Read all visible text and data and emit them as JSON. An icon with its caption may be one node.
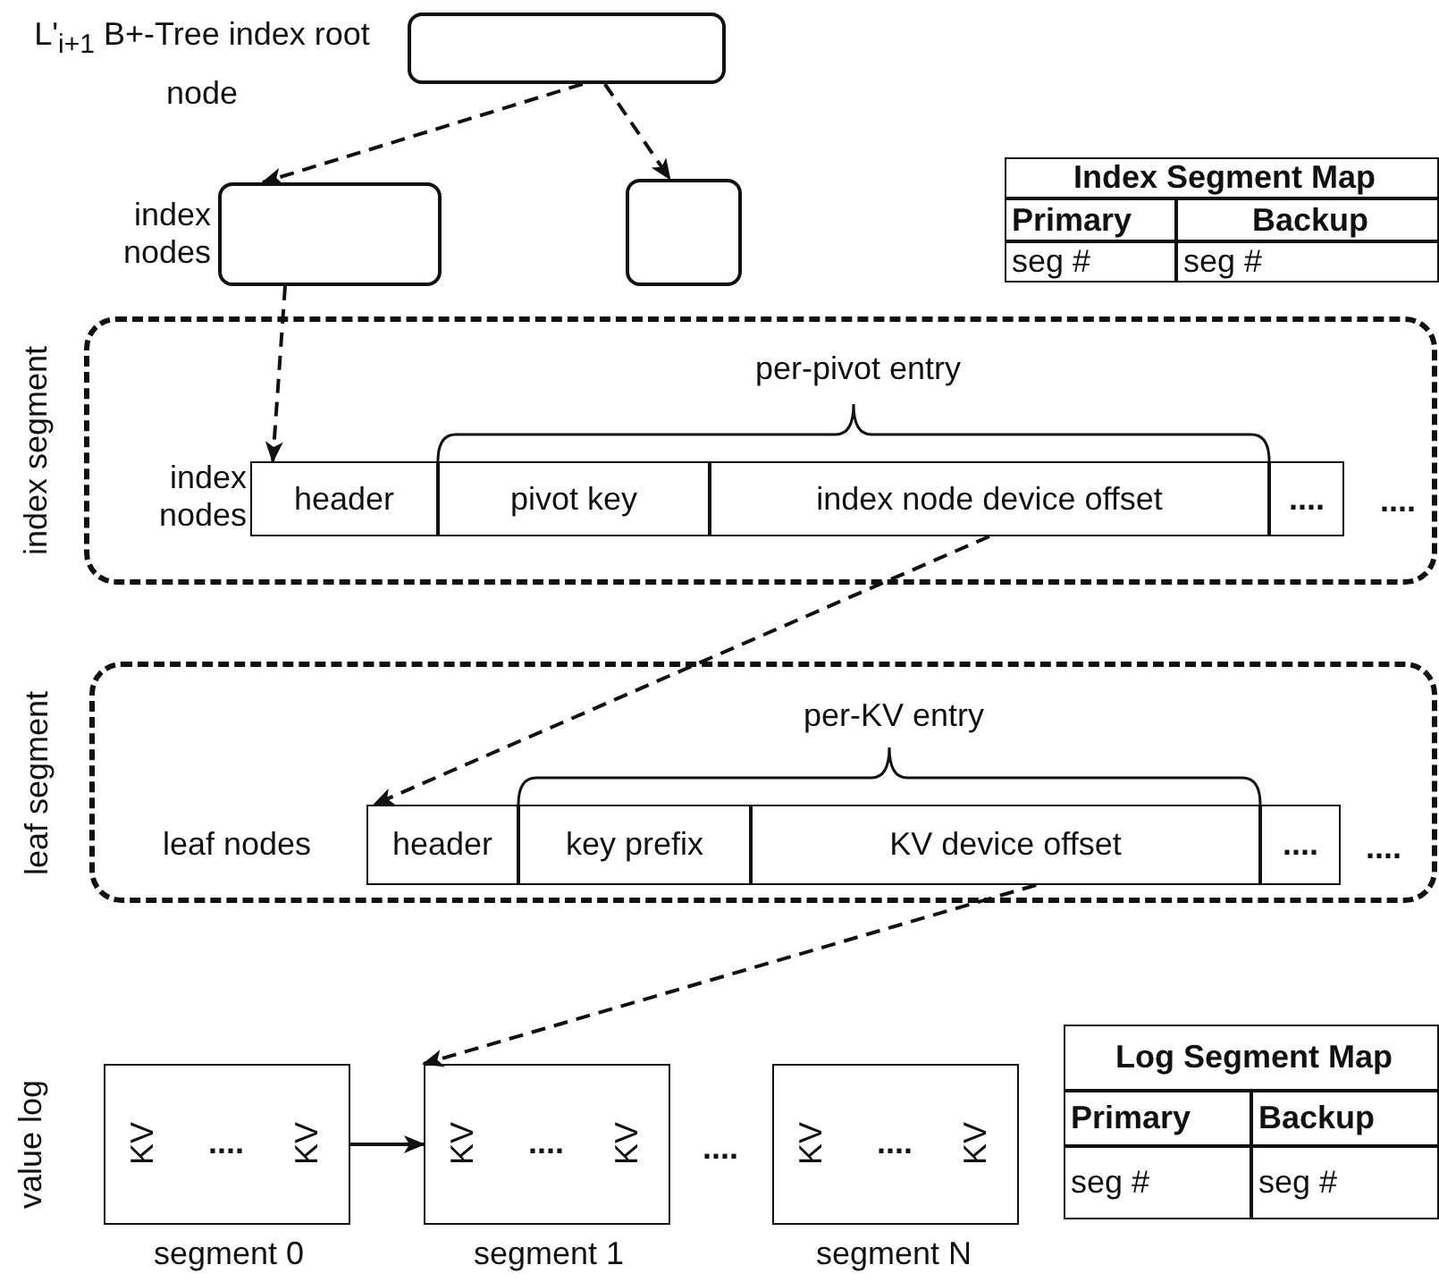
{
  "diagram": {
    "nodes": [
      {
        "text": [],
        "shape": "box",
        "beside": [
          "L'$_{i+1}$ B+-Tree index root node"
        ]
      },
      {
        "text": [],
        "shape": "box",
        "beside": [
          "index nodes"
        ]
      },
      {
        "text": [],
        "shape": "box"
      },
      {
        "text": [
          "index segment"
        ]
      },
      {
        "text": [
          "header"
        ],
        "in": 3
      },
      {
        "text": [
          "pivot key"
        ],
        "in": 3
      },
      {
        "text": [
          "index node device offset"
        ],
        "in": 3
      },
      {
        "text": [
          "...."
        ],
        "in": 3,
        "beside": [
          "...."
        ]
      },
      {
        "text": [
          "leaf segment"
        ]
      },
      {
        "text": [
          "header"
        ],
        "in": 8
      },
      {
        "text": [
          "key prefix"
        ],
        "in": 8
      },
      {
        "text": [
          "KV device offset"
        ],
        "in": 8
      },
      {
        "text": [
          "...."
        ],
        "in": 8,
        "beside": [
          "...."
        ]
      },
      {
        "text": [],
        "shape": "box",
        "beside": [
          "segment 0"
        ]
      },
      {
        "text": [
          "KV"
        ],
        "in": 13
      },
      {
        "text": [
          "...."
        ],
        "in": 13
      },
      {
        "text": [
          "KV"
        ],
        "in": 13
      },
      {
        "text": [],
        "shape": "box",
        "beside": [
          "segment 1"
        ]
      },
      {
        "text": [
          "KV"
        ],
        "in": 17
      },
      {
        "text": [
          "...."
        ],
        "in": 17
      },
      {
        "text": [
          "KV"
        ],
        "in": 17
      },
      {
        "text": [],
        "shape": "box",
        "beside": [
          "segment N"
        ]
      },
      {
        "text": [
          "KV"
        ],
        "in": 21
      },
      {
        "text": [
          "...."
        ],
        "in": 21
      },
      {
        "text": [
          "KV"
        ],
        "in": 21
      }
    ],
    "edges": [
      {
        "from": 0,
        "to": 1,
        "arrow": "to",
        "style": "dashed"
      },
      {
        "from": 0,
        "to": 2,
        "arrow": "to",
        "style": "dashed"
      },
      {
        "from": 1,
        "to": 4,
        "arrow": "to",
        "style": "dashed"
      },
      {
        "from": 6,
        "to": 9,
        "arrow": "to",
        "style": "dashed"
      },
      {
        "from": 11,
        "to": 17,
        "arrow": "to",
        "style": "dashed"
      },
      {
        "from": 13,
        "to": 17,
        "arrow": "to"
      }
    ],
    "labels": [
      "Index Segment Map",
      "Primary",
      "Backup",
      "seg #",
      "seg #",
      "index nodes",
      "per-pivot entry",
      "leaf nodes",
      "per-KV entry",
      "value log",
      "....",
      "Log Segment Map",
      "Primary",
      "Backup",
      "seg #",
      "seg #"
    ]
  }
}
